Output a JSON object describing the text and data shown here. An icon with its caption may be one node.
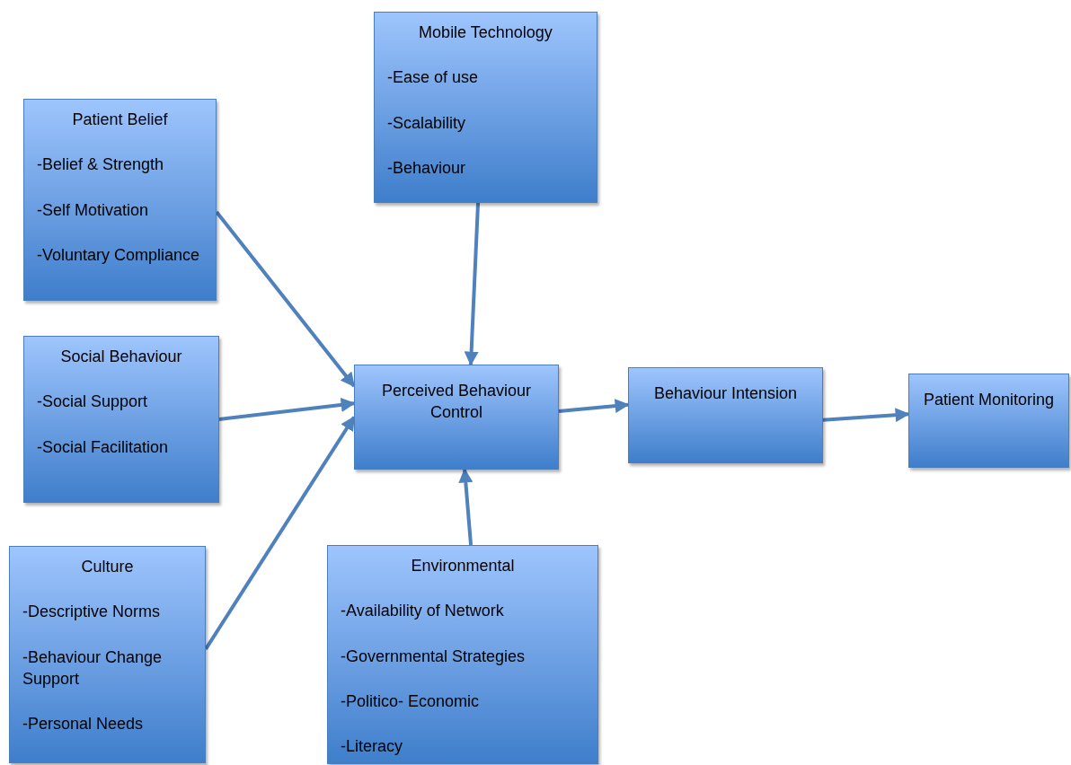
{
  "diagram": {
    "nodes": [
      {
        "text": [
          "Mobile Technology",
          "-Ease of use",
          "-Scalability",
          "-Behaviour"
        ]
      },
      {
        "text": [
          "Patient Belief",
          "-Belief & Strength",
          "-Self Motivation",
          "-Voluntary Compliance"
        ]
      },
      {
        "text": [
          "Social Behaviour",
          "-Social Support",
          "-Social Facilitation"
        ]
      },
      {
        "text": [
          "Perceived Behaviour Control"
        ]
      },
      {
        "text": [
          "Behaviour Intension"
        ]
      },
      {
        "text": [
          "Patient Monitoring"
        ]
      },
      {
        "text": [
          "Culture",
          "-Descriptive Norms",
          "-Behaviour Change Support",
          "-Personal Needs"
        ]
      },
      {
        "text": [
          "Environmental",
          "-Availability of Network",
          "-Governmental Strategies",
          "-Politico- Economic",
          "-Literacy"
        ]
      }
    ],
    "edges": [
      {
        "from": 1,
        "to": 3,
        "arrow": "to"
      },
      {
        "from": 2,
        "to": 3,
        "arrow": "to"
      },
      {
        "from": 6,
        "to": 3,
        "arrow": "to"
      },
      {
        "from": 0,
        "to": 3,
        "arrow": "to"
      },
      {
        "from": 7,
        "to": 3,
        "arrow": "to"
      },
      {
        "from": 3,
        "to": 4,
        "arrow": "to"
      },
      {
        "from": 4,
        "to": 5,
        "arrow": "to"
      }
    ]
  }
}
